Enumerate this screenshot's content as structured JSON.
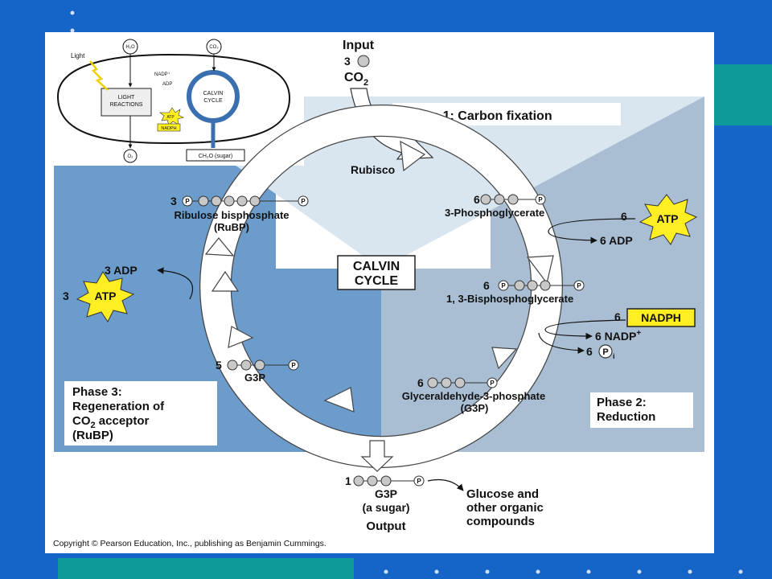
{
  "inset": {
    "light": "Light",
    "h2o": "H₂O",
    "co2": "CO₂",
    "light_reactions": [
      "LIGHT",
      "REACTIONS"
    ],
    "calvin_cycle": [
      "CALVIN",
      "CYCLE"
    ],
    "nadp_plus": "NADP⁺",
    "adp": "ADP",
    "atp": "ATP",
    "nadph": "NADPH",
    "o2": "O₂",
    "sugar": "CH₂O (sugar)"
  },
  "input": {
    "title": "Input",
    "count": "3",
    "molecule": "CO",
    "molecule_sub": "2"
  },
  "phase1": {
    "label": "Phase 1: Carbon fixation"
  },
  "phase2": {
    "label_lines": [
      "Phase 2:",
      "Reduction"
    ]
  },
  "phase3": {
    "label_lines": [
      "Phase 3:",
      "Regeneration of",
      "CO",
      "acceptor",
      "(RuBP)"
    ],
    "co2_sub": "2"
  },
  "rubisco": "Rubisco",
  "center": {
    "lines": [
      "CALVIN",
      "CYCLE"
    ]
  },
  "p_symbol": "P",
  "molecules": {
    "rubp": {
      "count": "3",
      "name": "Ribulose bisphosphate",
      "abbr": "(RuBP)"
    },
    "pga": {
      "count": "6",
      "name": "3-Phosphoglycerate"
    },
    "bpg": {
      "count": "6",
      "name": "1, 3-Bisphosphoglycerate"
    },
    "g3p": {
      "count": "6",
      "name": "Glyceraldehyde-3-phosphate",
      "abbr": "(G3P)"
    },
    "g3p5": {
      "count": "5",
      "name": "G3P"
    },
    "g3p_out": {
      "count": "1",
      "name": "G3P",
      "note": "(a sugar)"
    }
  },
  "reactions": {
    "atp6": {
      "count": "6",
      "badge": "ATP",
      "product": "6 ADP"
    },
    "nadph6": {
      "count": "6",
      "badge": "NADPH",
      "product": "6 NADP",
      "product_sup": "+",
      "pi": "6",
      "pi_sub": "i"
    },
    "atp3": {
      "count": "3",
      "badge": "ATP",
      "product": "3 ADP"
    }
  },
  "output": {
    "title": "Output",
    "destination_lines": [
      "Glucose and",
      "other organic",
      "compounds"
    ]
  },
  "copyright": "Copyright © Pearson Education, Inc., publishing as Benjamin Cummings.",
  "colors": {
    "slide_bg": "#1565c8",
    "teal_accent": "#0f9a9a",
    "panel_left": "#6b9ccb",
    "panel_right": "#a9bed3",
    "panel_top": "#d9e6f0",
    "atp_yellow": "#ffee22",
    "arrow_fill": "#ffffff"
  }
}
